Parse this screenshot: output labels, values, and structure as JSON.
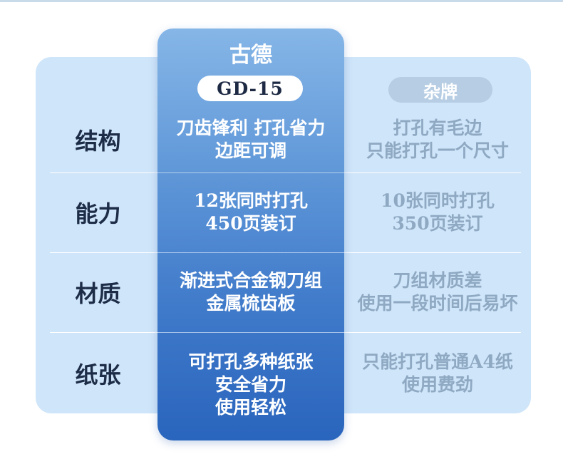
{
  "brand": {
    "name": "古德",
    "model": "GD-15"
  },
  "other": {
    "label": "杂牌"
  },
  "rows": [
    {
      "label": "结构",
      "brand": [
        "刀齿锋利 打孔省力",
        "边距可调"
      ],
      "other": [
        "打孔有毛边",
        "只能打孔一个尺寸"
      ]
    },
    {
      "label": "能力",
      "brand": [
        "12张同时打孔",
        "450页装订"
      ],
      "other": [
        "10张同时打孔",
        "350页装订"
      ]
    },
    {
      "label": "材质",
      "brand": [
        "渐进式合金钢刀组",
        "金属梳齿板"
      ],
      "other": [
        "刀组材质差",
        "使用一段时间后易坏"
      ]
    },
    {
      "label": "纸张",
      "brand": [
        "可打孔多种纸张",
        "安全省力",
        "使用轻松"
      ],
      "other": [
        "只能打孔普通A4纸",
        "使用费劲"
      ]
    }
  ]
}
